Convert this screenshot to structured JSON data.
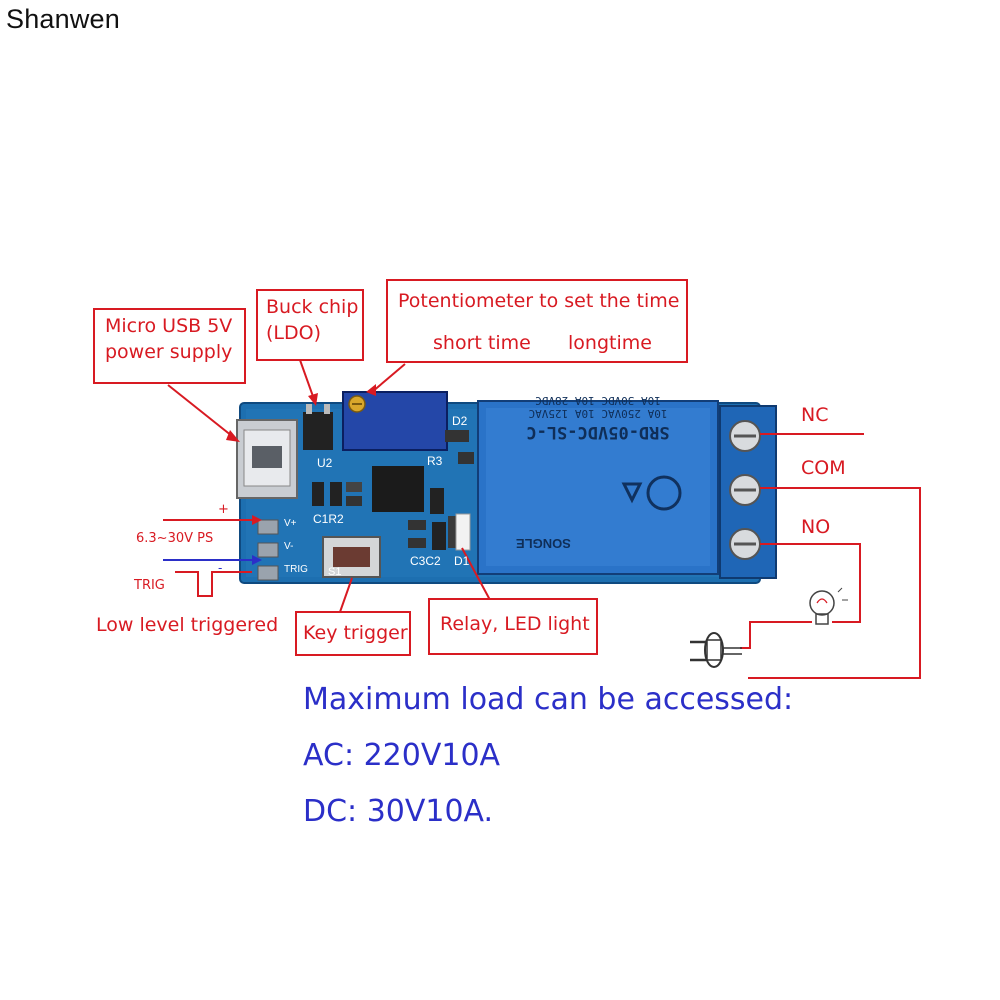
{
  "brand": "Shanwen",
  "callouts": {
    "micro_usb_line1": "Micro USB 5V",
    "micro_usb_line2": "power supply",
    "buck_line1": "Buck chip",
    "buck_line2": "(LDO)",
    "pot_line1": "Potentiometer to set the time",
    "pot_short": "short time",
    "pot_long": "longtime",
    "key_trigger": "Key trigger",
    "relay_led": "Relay, LED light",
    "low_level": "Low level triggered"
  },
  "terminals": {
    "nc": "NC",
    "com": "COM",
    "no": "NO"
  },
  "input": {
    "voltage_range": "6.3~30V PS",
    "plus": "+",
    "minus": "-",
    "trig": "TRIG"
  },
  "board": {
    "pin_vplus": "V+",
    "pin_vminus": "V-",
    "pin_trig": "TRIG",
    "label_u2": "U2",
    "label_d2": "D2",
    "label_r3": "R3",
    "label_c1r2": "C1R2",
    "label_s1": "S1",
    "label_c3c2": "C3C2",
    "label_d1": "D1",
    "relay_model": "SRD-05VDC-SL-C",
    "relay_rating1": "10A 250VAC  10A 125VAC",
    "relay_rating2": "10A 30VDC  10A 28VDC",
    "relay_brand": "SONGLE"
  },
  "load_info": {
    "heading": "Maximum load can be accessed:",
    "ac": "AC: 220V10A",
    "dc": "DC: 30V10A."
  },
  "colors": {
    "annotation_red": "#d81a22",
    "text_blue": "#2b2fc8",
    "pcb_blue": "#1d6fb0",
    "relay_blue": "#2a73c8"
  }
}
